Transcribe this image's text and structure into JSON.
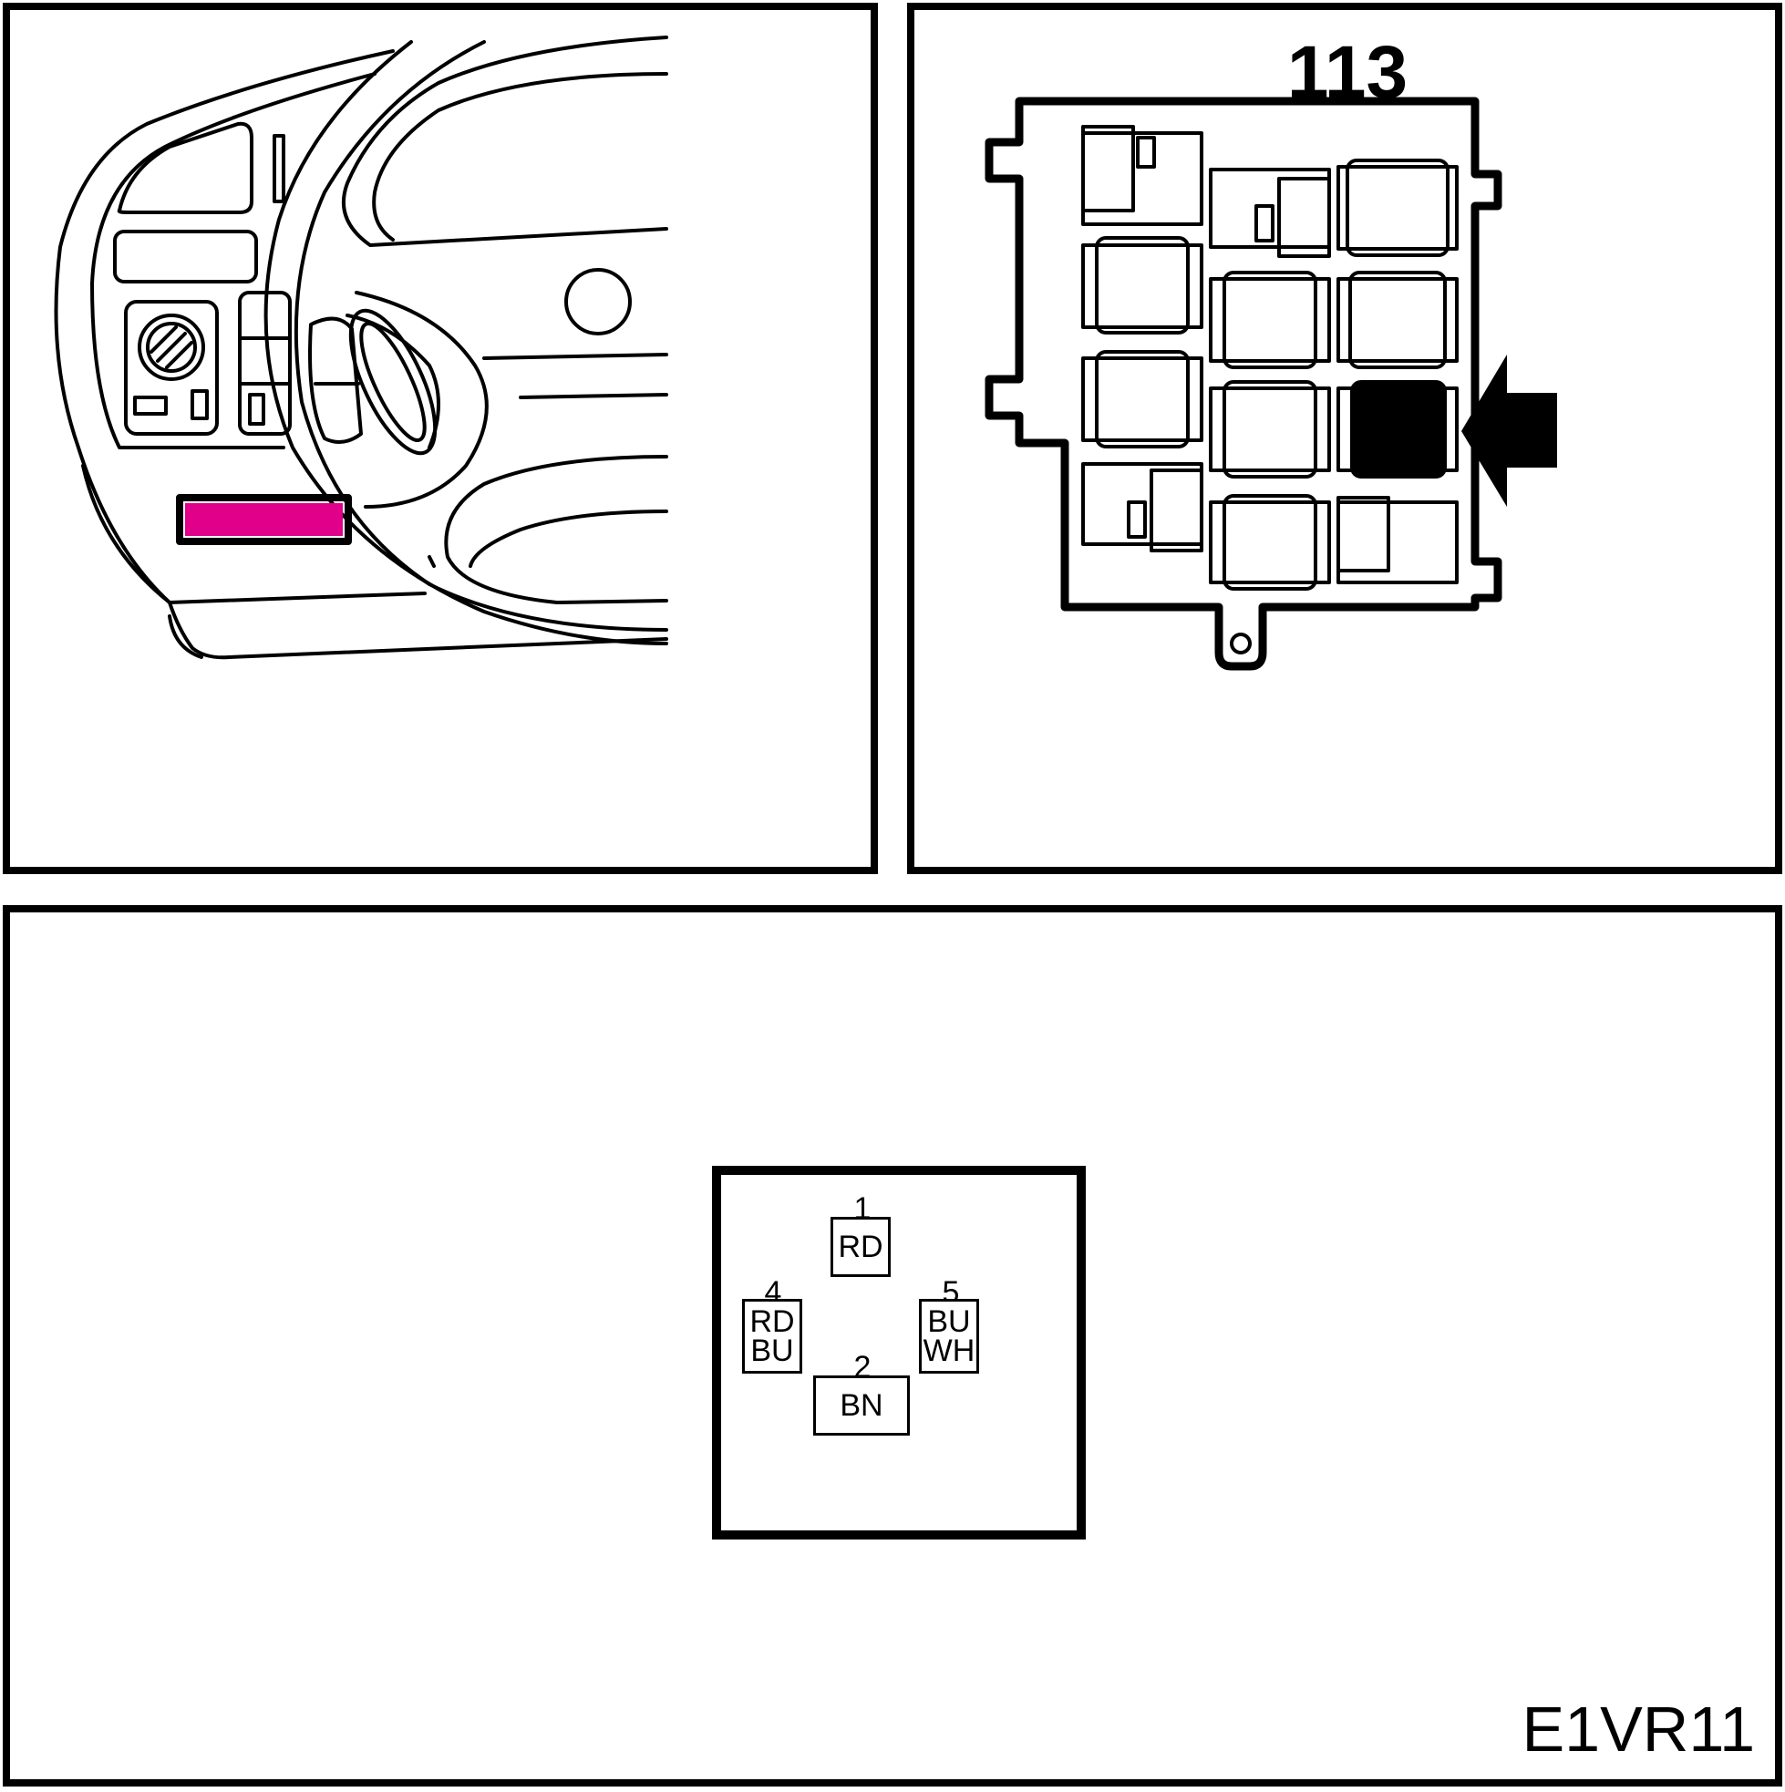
{
  "dashboard_view": {
    "highlight_color": "#e0008a"
  },
  "relay_block": {
    "block_number": "113",
    "highlighted_slot": "row-3-col-3",
    "highlight_color": "#000000"
  },
  "connector": {
    "pins": [
      {
        "number": "1",
        "colors": [
          "RD"
        ]
      },
      {
        "number": "4",
        "colors": [
          "RD",
          "BU"
        ]
      },
      {
        "number": "5",
        "colors": [
          "BU",
          "WH"
        ]
      },
      {
        "number": "2",
        "colors": [
          "BN"
        ]
      }
    ]
  },
  "figure_code": "E1VR11"
}
